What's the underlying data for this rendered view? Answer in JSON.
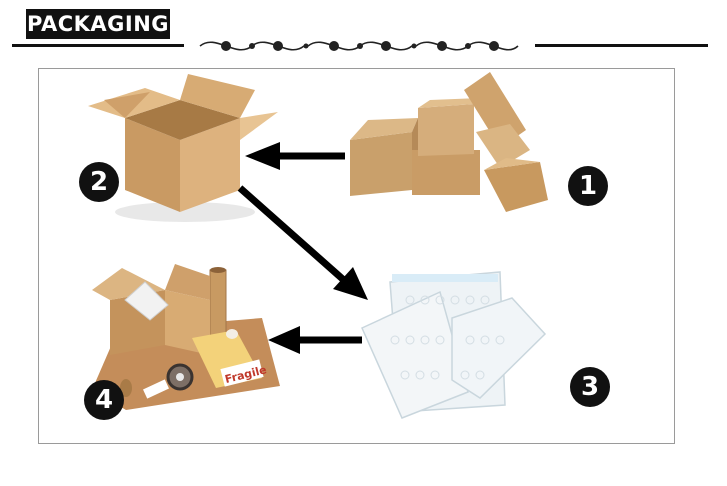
{
  "header": {
    "title": "PACKAGING"
  },
  "steps": [
    {
      "number": "1",
      "item": "small-cartons"
    },
    {
      "number": "2",
      "item": "open-cardboard-box"
    },
    {
      "number": "3",
      "item": "bubble-wrap-bags"
    },
    {
      "number": "4",
      "item": "packing-supplies"
    }
  ],
  "supplies": {
    "fragile_label": "Fragile"
  },
  "colors": {
    "cardboard": "#d2a878",
    "cardboard_dark": "#b58a58",
    "black": "#111111",
    "bubble": "#eef3f6"
  }
}
